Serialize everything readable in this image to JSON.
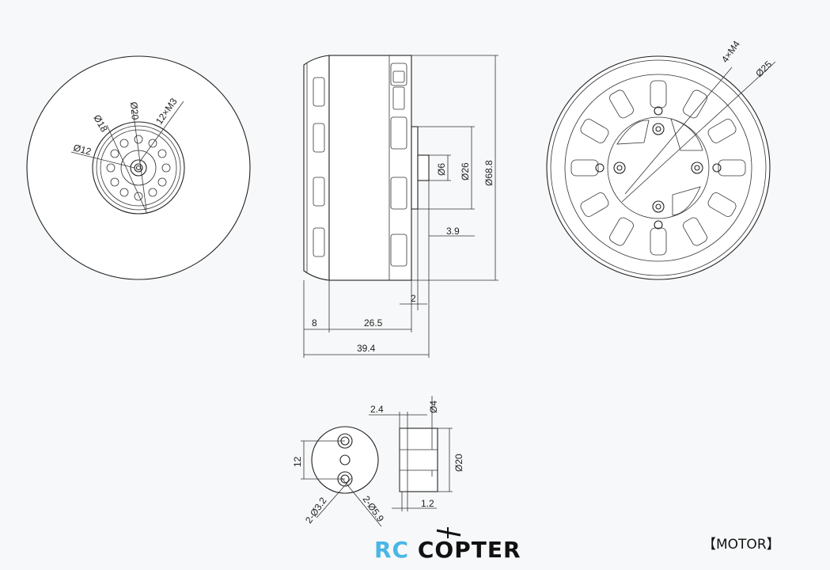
{
  "title": "【MOTOR】",
  "brand": {
    "part1": "RC",
    "part2": "COPTER"
  },
  "dimensions": {
    "d18": "Ø18",
    "d20": "Ø20",
    "m3": "12×M3",
    "d12": "Ø12",
    "d6": "Ø6",
    "d26": "Ø26",
    "d68": "Ø68.8",
    "l39": "3.9",
    "l2": "2",
    "l8": "8",
    "l265": "26.5",
    "l394": "39.4",
    "m4": "4×M4",
    "d25": "Ø25",
    "l24": "2.4",
    "d4": "Ø4",
    "l12": "12",
    "d20b": "Ø20",
    "l12b": "1.2",
    "d32": "2-Ø3.2",
    "d59": "2-Ø5.9"
  },
  "colors": {
    "accent": "#4ab6e6",
    "line": "#222222",
    "background": "#f7f8f9"
  }
}
